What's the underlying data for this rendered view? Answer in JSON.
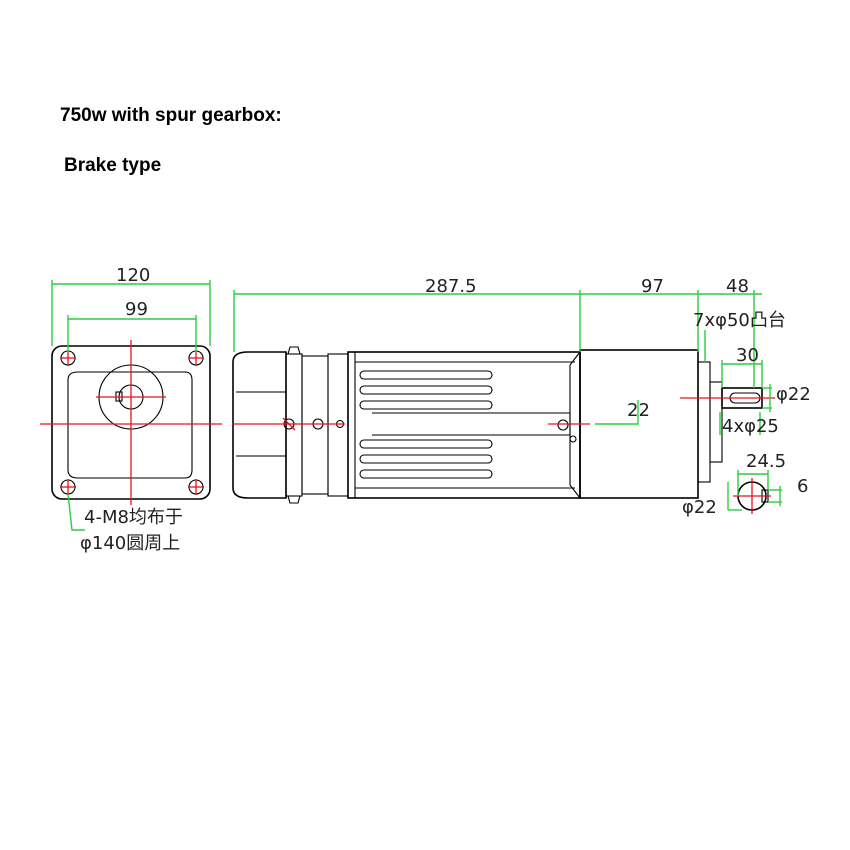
{
  "heading": "750w with spur gearbox:",
  "subheading": "Brake type",
  "dimensions": {
    "front_width": "120",
    "front_bolt_span": "99",
    "bolt_note_line1": "4-M8均布于",
    "bolt_note_line2": "φ140圆周上",
    "body_length": "287.5",
    "gearbox_length": "97",
    "shaft_length": "48",
    "boss_note": "7xφ50凸台",
    "key_length": "30",
    "shaft_diameter": "φ22",
    "shaft_offset": "22",
    "key_note": "4xφ25",
    "end_width": "24.5",
    "end_key": "6",
    "end_diameter": "φ22"
  },
  "colors": {
    "outline": "#000000",
    "dimension": "#2ecc40",
    "centerline": "#e8141c"
  }
}
